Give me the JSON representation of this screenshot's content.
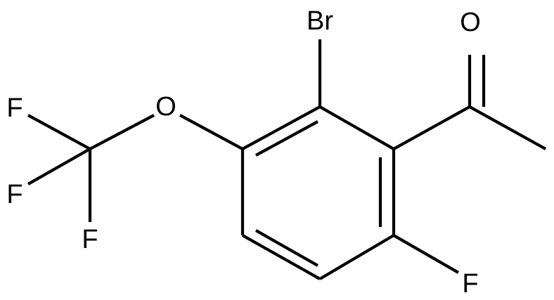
{
  "structure": {
    "atoms": {
      "br": "Br",
      "o_carbonyl": "O",
      "o_ether": "O",
      "f_ring": "F",
      "f_cf3_top": "F",
      "f_cf3_left": "F",
      "f_cf3_bottom": "F"
    }
  }
}
